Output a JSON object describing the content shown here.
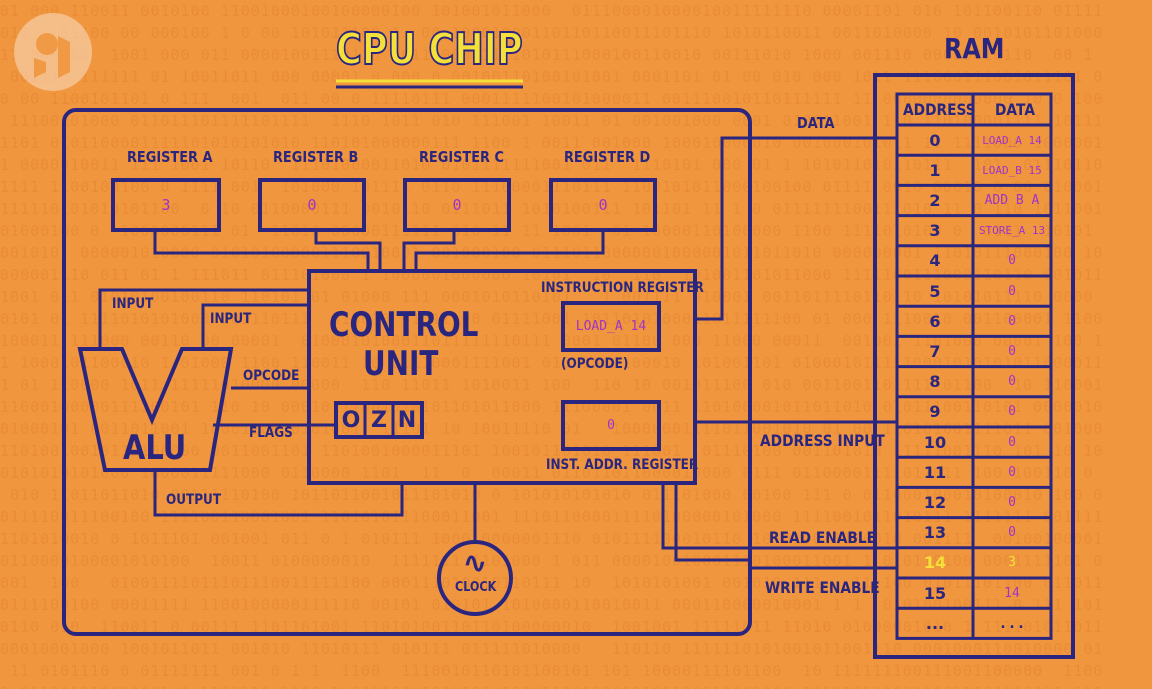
{
  "title": "CPU CHIP",
  "ram_title": "RAM",
  "registers": [
    {
      "label": "REGISTER A",
      "value": "3"
    },
    {
      "label": "REGISTER B",
      "value": "0"
    },
    {
      "label": "REGISTER C",
      "value": "0"
    },
    {
      "label": "REGISTER D",
      "value": "0"
    }
  ],
  "control_unit": {
    "line1": "CONTROL",
    "line2": "UNIT"
  },
  "instruction_register": {
    "label": "INSTRUCTION REGISTER",
    "value": "LOAD_A 14",
    "sublabel": "(OPCODE)"
  },
  "inst_addr_register": {
    "label": "INST. ADDR. REGISTER",
    "value": "0"
  },
  "flags": [
    "O",
    "Z",
    "N"
  ],
  "alu": {
    "label": "ALU",
    "input1": "INPUT",
    "input2": "INPUT",
    "opcode": "OPCODE",
    "flags": "FLAGS",
    "output": "OUTPUT"
  },
  "clock": {
    "label": "CLOCK",
    "symbol": "∿"
  },
  "bus_labels": {
    "data": "DATA",
    "address_input": "ADDRESS INPUT",
    "read_enable": "READ ENABLE",
    "write_enable": "WRITE ENABLE"
  },
  "ram": {
    "headers": [
      "ADDRESS",
      "DATA"
    ],
    "rows": [
      {
        "address": "0",
        "data": "LOAD_A 14"
      },
      {
        "address": "1",
        "data": "LOAD_B 15"
      },
      {
        "address": "2",
        "data": "ADD B A"
      },
      {
        "address": "3",
        "data": "STORE_A 13"
      },
      {
        "address": "4",
        "data": "0"
      },
      {
        "address": "5",
        "data": "0"
      },
      {
        "address": "6",
        "data": "0"
      },
      {
        "address": "7",
        "data": "0"
      },
      {
        "address": "8",
        "data": "0"
      },
      {
        "address": "9",
        "data": "0"
      },
      {
        "address": "10",
        "data": "0"
      },
      {
        "address": "11",
        "data": "0"
      },
      {
        "address": "12",
        "data": "0"
      },
      {
        "address": "13",
        "data": "0"
      },
      {
        "address": "14",
        "data": "3",
        "highlight": true
      },
      {
        "address": "15",
        "data": "14"
      },
      {
        "address": "...",
        "data": "..."
      }
    ]
  },
  "colors": {
    "background": "#F0963E",
    "line": "#2A2680",
    "value": "#A033C8",
    "highlight": "#F5E03A",
    "logo": "#F7C9A0"
  },
  "icons": {
    "logo": "pbs-logo-icon"
  }
}
